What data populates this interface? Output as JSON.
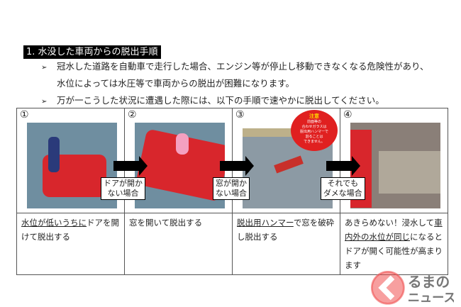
{
  "section_title": "1. 水没した車両からの脱出手順",
  "bullets": [
    {
      "marker": "➢",
      "lines": [
        "冠水した道路を自動車で走行した場合、エンジン等が停止し移動できなくなる危険性があり、",
        "水位によっては水圧等で車両からの脱出が困難になります。"
      ]
    },
    {
      "marker": "➢",
      "lines": [
        "万が一こうした状況に遭遇した際には、以下の手順で速やかに脱出してください。"
      ]
    }
  ],
  "steps": [
    {
      "number": "①",
      "arrow_label": [
        "ドアが開か",
        "ない場合"
      ],
      "text_parts": [
        {
          "t": "水位が低いうちに",
          "u": true
        },
        {
          "t": "ドアを開けて脱出する",
          "u": false
        }
      ]
    },
    {
      "number": "②",
      "arrow_label": [
        "窓が開か",
        "ない場合"
      ],
      "text_parts": [
        {
          "t": "窓を開いて脱出する",
          "u": false
        }
      ]
    },
    {
      "number": "③",
      "arrow_label": [
        "それでも",
        "ダメな場合"
      ],
      "warning": {
        "title": "注意",
        "lines": [
          "前面等の",
          "合わせガラスは",
          "脱出用ハンマーで",
          "割ることは",
          "できません。"
        ]
      },
      "text_parts": [
        {
          "t": "脱出用ハンマー",
          "u": true
        },
        {
          "t": "で窓を破砕し脱出する",
          "u": false
        }
      ]
    },
    {
      "number": "④",
      "text_parts": [
        {
          "t": "あきらめない！浸水して",
          "u": false
        },
        {
          "t": "車内外の水位が同じ",
          "u": true
        },
        {
          "t": "になるとドアが開く可能性が高まります",
          "u": false
        }
      ]
    }
  ],
  "watermark": {
    "line1": "くるまの",
    "line2": "ニュース"
  }
}
